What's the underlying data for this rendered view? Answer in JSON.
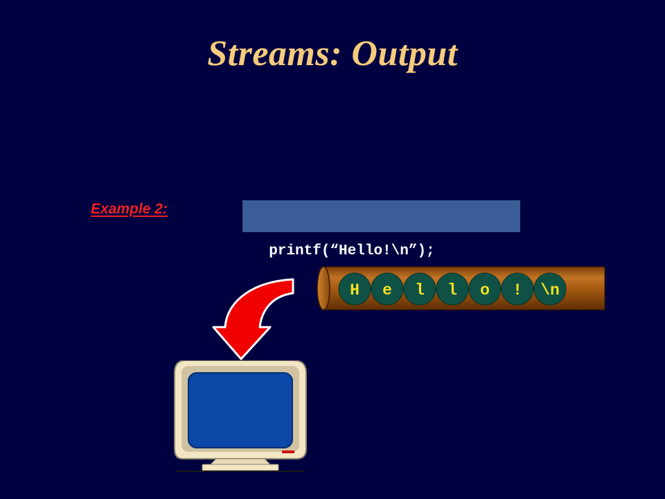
{
  "slide": {
    "title": "Streams: Output",
    "example_label": "Example 2:",
    "code": "printf(“Hello!\\n”);"
  },
  "stream": {
    "characters": [
      "H",
      "e",
      "l",
      "l",
      "o",
      "!",
      "\\n"
    ]
  },
  "colors": {
    "background": "#000040",
    "title": "#F6CC7C",
    "example_label": "#F02020",
    "code_box": "#3A5D97",
    "tube": "#A85C12",
    "ball": "#0F5245",
    "ball_text": "#F6E020",
    "arrow": "#F00000",
    "screen": "#0B48A8",
    "monitor_bezel": "#F2E6C4"
  },
  "icons": {
    "arrow": "curved-arrow-icon",
    "monitor": "computer-monitor-icon"
  }
}
